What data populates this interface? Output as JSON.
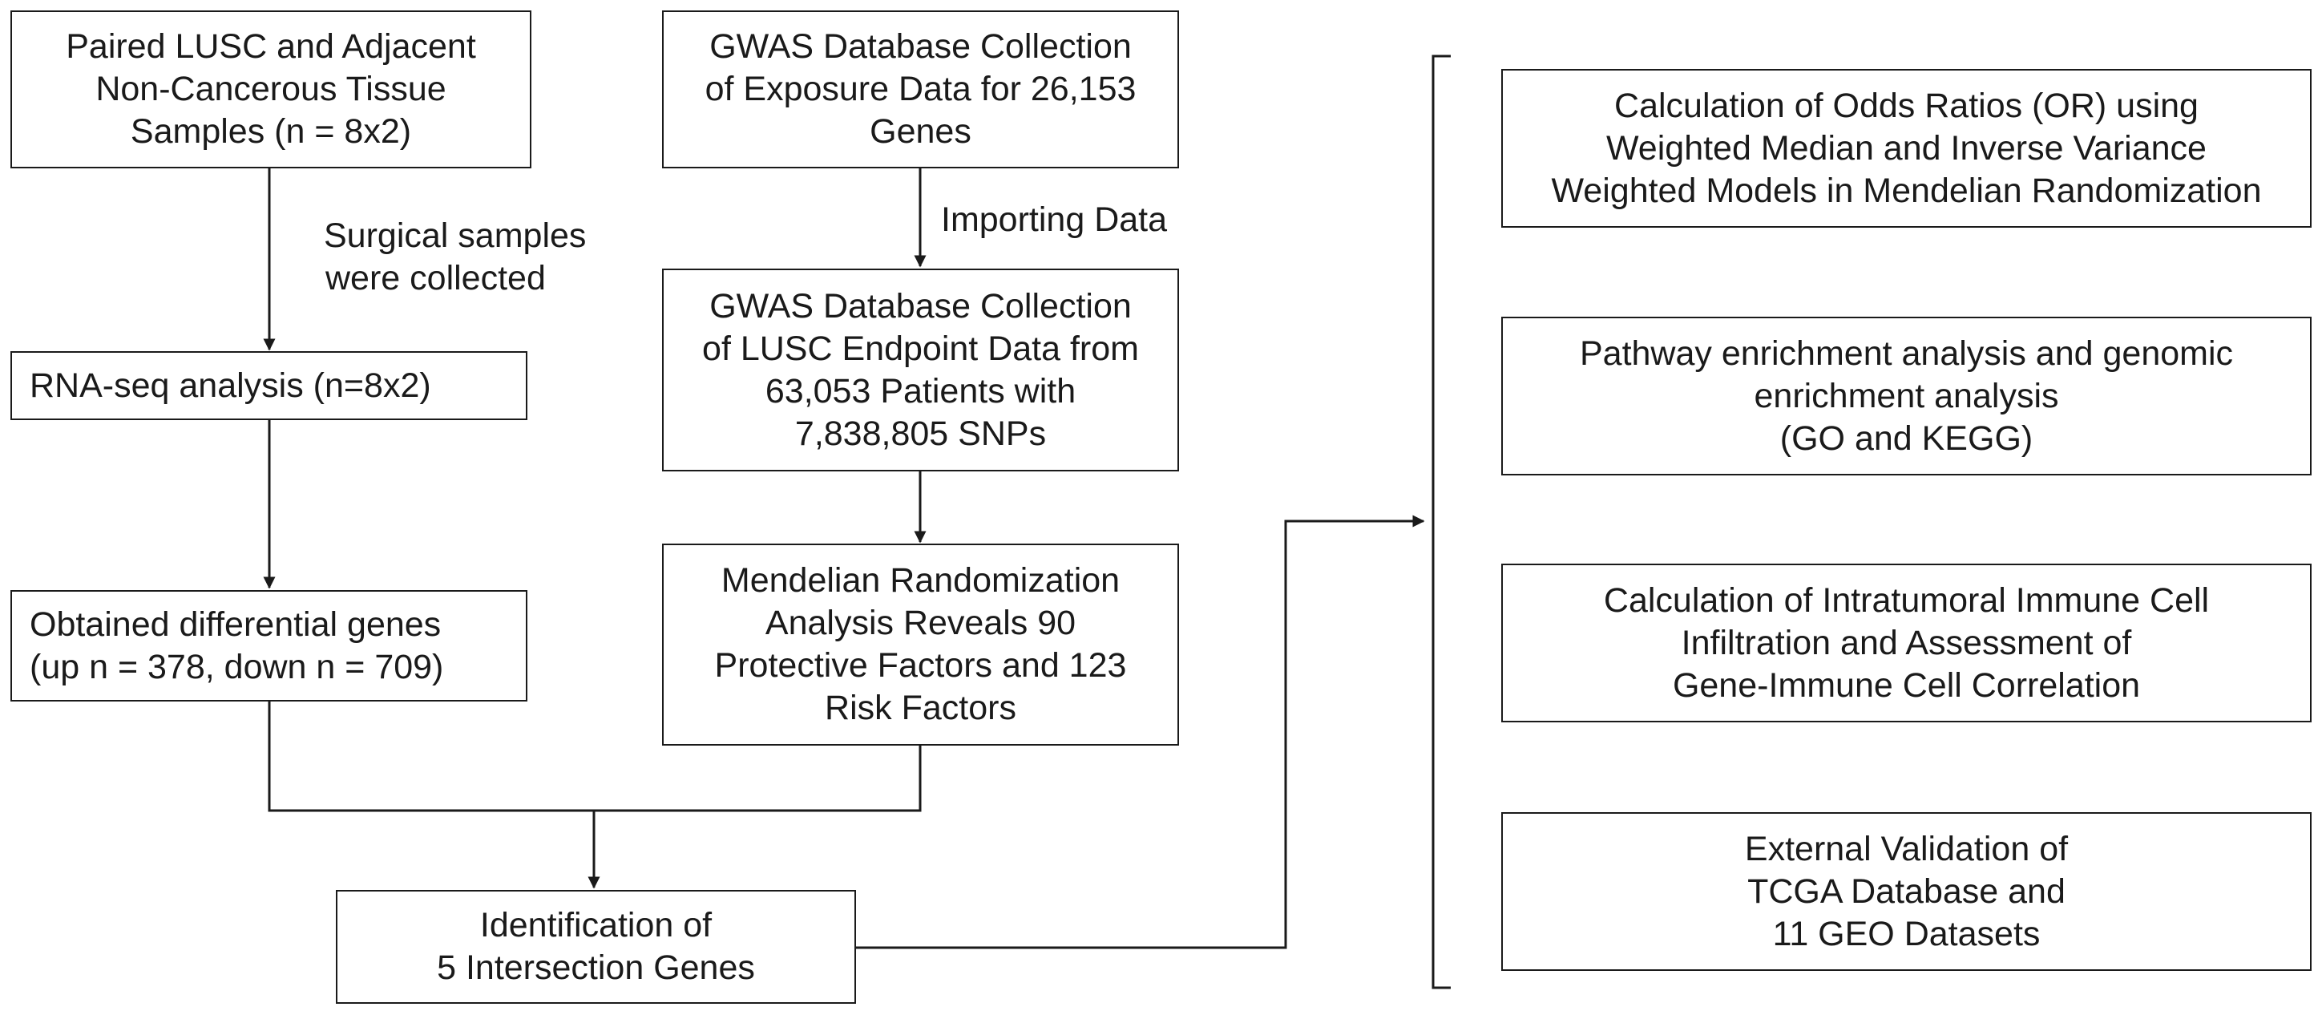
{
  "boxes": {
    "lusc_samples": [
      "Paired LUSC and Adjacent",
      "Non-Cancerous Tissue",
      "Samples (n = 8x2)"
    ],
    "rna_seq": [
      "RNA-seq analysis (n=8x2)"
    ],
    "diff_genes": [
      "Obtained differential genes",
      "(up n = 378, down n = 709)"
    ],
    "gwas_exposure": [
      "GWAS Database Collection",
      "of Exposure Data for 26,153",
      "Genes"
    ],
    "gwas_endpoint": [
      "GWAS Database Collection",
      "of LUSC Endpoint Data from",
      "63,053 Patients with",
      "7,838,805 SNPs"
    ],
    "mr_analysis": [
      "Mendelian Randomization",
      "Analysis Reveals 90",
      "Protective Factors and 123",
      "Risk Factors"
    ],
    "intersection": [
      "Identification of",
      "5 Intersection Genes"
    ],
    "odds_ratios": [
      "Calculation of Odds Ratios (OR) using",
      "Weighted Median and Inverse Variance",
      "Weighted Models in Mendelian Randomization"
    ],
    "pathway": [
      "Pathway enrichment analysis and genomic",
      "enrichment analysis",
      "(GO and KEGG)"
    ],
    "immune": [
      "Calculation of Intratumoral Immune Cell",
      "Infiltration and Assessment of",
      "Gene-Immune Cell Correlation"
    ],
    "validation": [
      "External Validation of",
      "TCGA Database and",
      "11 GEO Datasets"
    ]
  },
  "labels": {
    "surgical": [
      "Surgical samples",
      "were collected"
    ],
    "importing": [
      "Importing Data"
    ]
  },
  "colors": {
    "stroke": "#1a1a1a",
    "background": "#ffffff"
  }
}
